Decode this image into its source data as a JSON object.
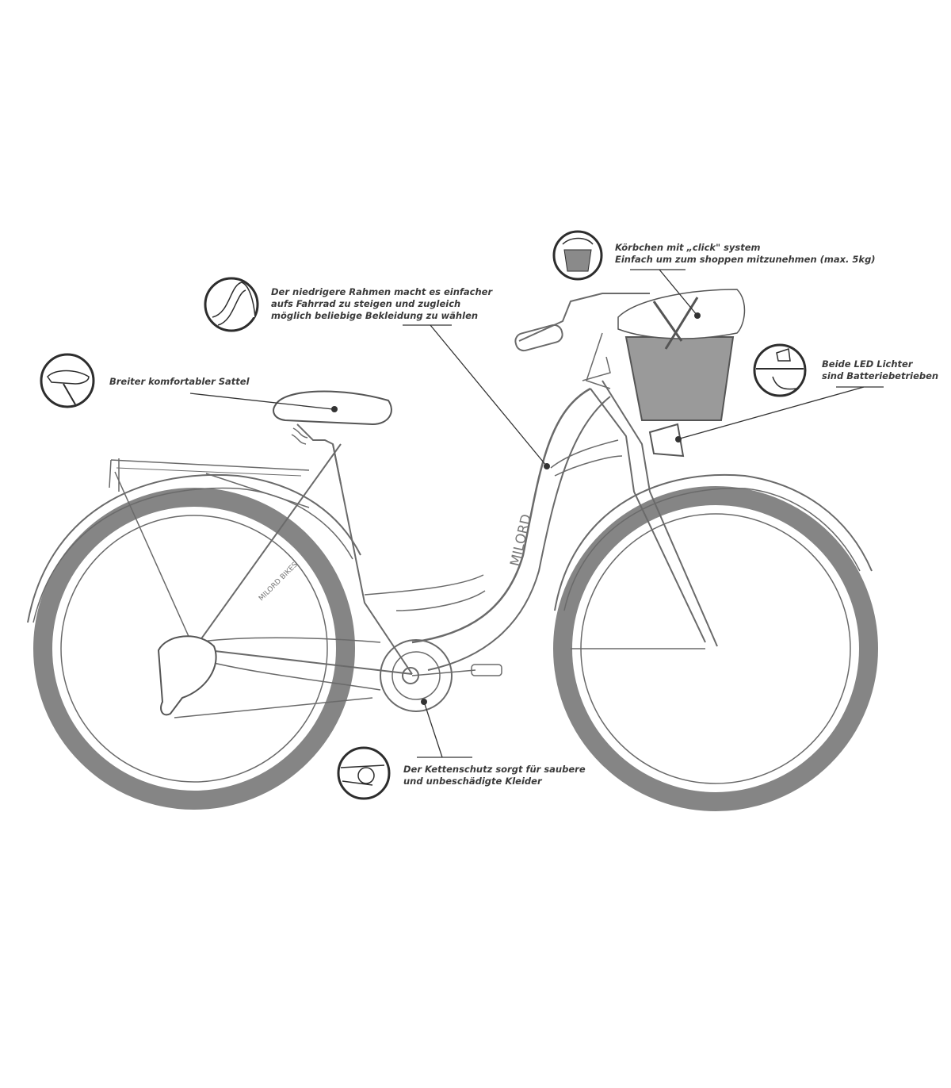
{
  "brand": {
    "down_tube_logo": "MILORD",
    "seat_stay_logo": "MILORD BIKES"
  },
  "colors": {
    "tire": "#858585",
    "outline": "#666666",
    "text": "#3a3a3a",
    "icon_ring": "#333333"
  },
  "callouts": [
    {
      "id": "basket",
      "icon": "basket-icon",
      "lines": [
        "Körbchen mit „click\" system",
        "Einfach um zum shoppen mitzunehmen (max. 5kg)"
      ]
    },
    {
      "id": "frame",
      "icon": "low-frame-icon",
      "lines": [
        "Der niedrigere Rahmen macht es einfacher",
        "aufs Fahrrad zu steigen und zugleich",
        "möglich beliebige Bekleidung zu wählen"
      ]
    },
    {
      "id": "saddle",
      "icon": "saddle-icon",
      "lines": [
        "Breiter komfortabler Sattel"
      ]
    },
    {
      "id": "lights",
      "icon": "led-light-icon",
      "lines": [
        "Beide LED Lichter",
        "sind Batteriebetrieben"
      ]
    },
    {
      "id": "chainguard",
      "icon": "chain-guard-icon",
      "lines": [
        "Der Kettenschutz sorgt für saubere",
        "und unbeschädigte Kleider"
      ]
    }
  ]
}
